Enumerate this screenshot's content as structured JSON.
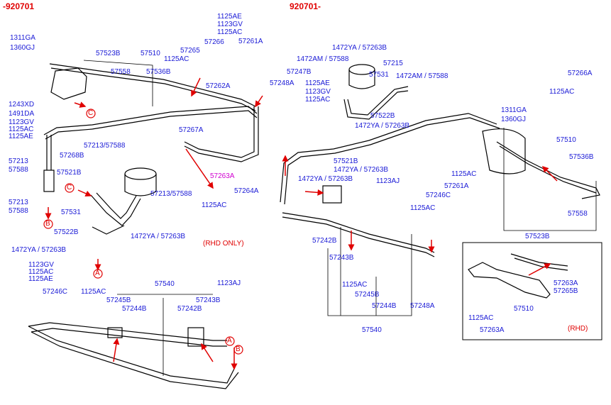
{
  "headers": {
    "left_range": "-920701",
    "right_range": "920701-"
  },
  "labels": [
    {
      "id": "l1311ga",
      "text": "1311GA"
    },
    {
      "id": "l1360gj",
      "text": "1360GJ"
    },
    {
      "id": "l57523b_l",
      "text": "57523B"
    },
    {
      "id": "l57510_l",
      "text": "57510"
    },
    {
      "id": "l1125ae_t",
      "text": "1125AE"
    },
    {
      "id": "l1123gv_t",
      "text": "1123GV"
    },
    {
      "id": "l1125ac_t",
      "text": "1125AC"
    },
    {
      "id": "l57261a_t",
      "text": "57261A"
    },
    {
      "id": "l57265",
      "text": "57265"
    },
    {
      "id": "l57266",
      "text": "57266"
    },
    {
      "id": "l1125ac_b",
      "text": "1125AC"
    },
    {
      "id": "l57558_l",
      "text": "57558"
    },
    {
      "id": "l57536b_l",
      "text": "57536B"
    },
    {
      "id": "l57262a",
      "text": "57262A"
    },
    {
      "id": "l1243xd",
      "text": "1243XD"
    },
    {
      "id": "l1491da",
      "text": "1491DA"
    },
    {
      "id": "l1123gv_l",
      "text": "1123GV"
    },
    {
      "id": "l1125ac_l",
      "text": "1125AC"
    },
    {
      "id": "l1125ae_l",
      "text": "1125AE"
    },
    {
      "id": "l57267a",
      "text": "57267A"
    },
    {
      "id": "l57268b",
      "text": "57268B"
    },
    {
      "id": "l57213_57588_a",
      "text": "57213/57588"
    },
    {
      "id": "l57213_a",
      "text": "57213"
    },
    {
      "id": "l57588_a",
      "text": "57588"
    },
    {
      "id": "l57521b_l",
      "text": "57521B"
    },
    {
      "id": "l57263a_l",
      "text": "57263A"
    },
    {
      "id": "l57264a",
      "text": "57264A"
    },
    {
      "id": "l57213_b",
      "text": "57213"
    },
    {
      "id": "l57588_b",
      "text": "57588"
    },
    {
      "id": "l57213_57588_b",
      "text": "57213/57588"
    },
    {
      "id": "l57531_l",
      "text": "57531"
    },
    {
      "id": "l1125ac_m",
      "text": "1125AC"
    },
    {
      "id": "l57522b_l",
      "text": "57522B"
    },
    {
      "id": "l1472ya_57263b_a",
      "text": "1472YA  / 57263B"
    },
    {
      "id": "l1472ya_57263b_b",
      "text": "1472YA  / 57263B"
    },
    {
      "id": "lrhd_only",
      "text": "(RHD ONLY)"
    },
    {
      "id": "l1123gv_c",
      "text": "1123GV"
    },
    {
      "id": "l1125ac_c",
      "text": "1125AC"
    },
    {
      "id": "l1125ae_c",
      "text": "1125AE"
    },
    {
      "id": "l57246c_l",
      "text": "57246C"
    },
    {
      "id": "l1125ac_d",
      "text": "1125AC"
    },
    {
      "id": "l57540_l",
      "text": "57540"
    },
    {
      "id": "l1123aj_l",
      "text": "1123AJ"
    },
    {
      "id": "l57245b_l",
      "text": "57245B"
    },
    {
      "id": "l57243b_l",
      "text": "57243B"
    },
    {
      "id": "l57244b_l",
      "text": "57244B"
    },
    {
      "id": "l57242b_l",
      "text": "57242B"
    },
    {
      "id": "r1472ya_57263b_t",
      "text": "1472YA  / 57263B"
    },
    {
      "id": "r1472am_57588_a",
      "text": "1472AM / 57588"
    },
    {
      "id": "r57215",
      "text": "57215"
    },
    {
      "id": "r57247b",
      "text": "57247B"
    },
    {
      "id": "r57531",
      "text": "57531"
    },
    {
      "id": "r1472am_57588_b",
      "text": "1472AM / 57588"
    },
    {
      "id": "r57266a",
      "text": "57266A"
    },
    {
      "id": "r57248a_t",
      "text": "57248A"
    },
    {
      "id": "r1125ae",
      "text": "1125AE"
    },
    {
      "id": "r1123gv",
      "text": "1123GV"
    },
    {
      "id": "r1125ac_a",
      "text": "1125AC"
    },
    {
      "id": "r1125ac_b",
      "text": "1125AC"
    },
    {
      "id": "r57522b",
      "text": "57522B"
    },
    {
      "id": "r1472ya_57263b_m",
      "text": "1472YA  / 57263B"
    },
    {
      "id": "r1311ga",
      "text": "1311GA"
    },
    {
      "id": "r1360gj",
      "text": "1360GJ"
    },
    {
      "id": "r57510",
      "text": "57510"
    },
    {
      "id": "r57521b",
      "text": "57521B"
    },
    {
      "id": "r1472ya_57263b_c",
      "text": "1472YA  / 57263B"
    },
    {
      "id": "r57536b",
      "text": "57536B"
    },
    {
      "id": "r1472ya_57263b_d",
      "text": "1472YA  / 57263B"
    },
    {
      "id": "r1125ac_c",
      "text": "1125AC"
    },
    {
      "id": "r1123aj",
      "text": "1123AJ"
    },
    {
      "id": "r57261a",
      "text": "57261A"
    },
    {
      "id": "r57246c",
      "text": "57246C"
    },
    {
      "id": "r1125ac_d",
      "text": "1125AC"
    },
    {
      "id": "r57558",
      "text": "57558"
    },
    {
      "id": "r57242b",
      "text": "57242B"
    },
    {
      "id": "r57523b",
      "text": "57523B"
    },
    {
      "id": "r57243b",
      "text": "57243B"
    },
    {
      "id": "r1125ac_e",
      "text": "1125AC"
    },
    {
      "id": "r57245b",
      "text": "57245B"
    },
    {
      "id": "r57244b",
      "text": "57244B"
    },
    {
      "id": "r57248a_b",
      "text": "57248A"
    },
    {
      "id": "r57540",
      "text": "57540"
    },
    {
      "id": "r57263a_a",
      "text": "57263A"
    },
    {
      "id": "r57265b",
      "text": "57265B"
    },
    {
      "id": "r57510_b",
      "text": "57510"
    },
    {
      "id": "r1125ac_f",
      "text": "1125AC"
    },
    {
      "id": "r57263a_b",
      "text": "57263A"
    },
    {
      "id": "rrhd",
      "text": "(RHD)"
    }
  ],
  "refs": [
    "C",
    "C",
    "B",
    "A",
    "A",
    "B"
  ]
}
